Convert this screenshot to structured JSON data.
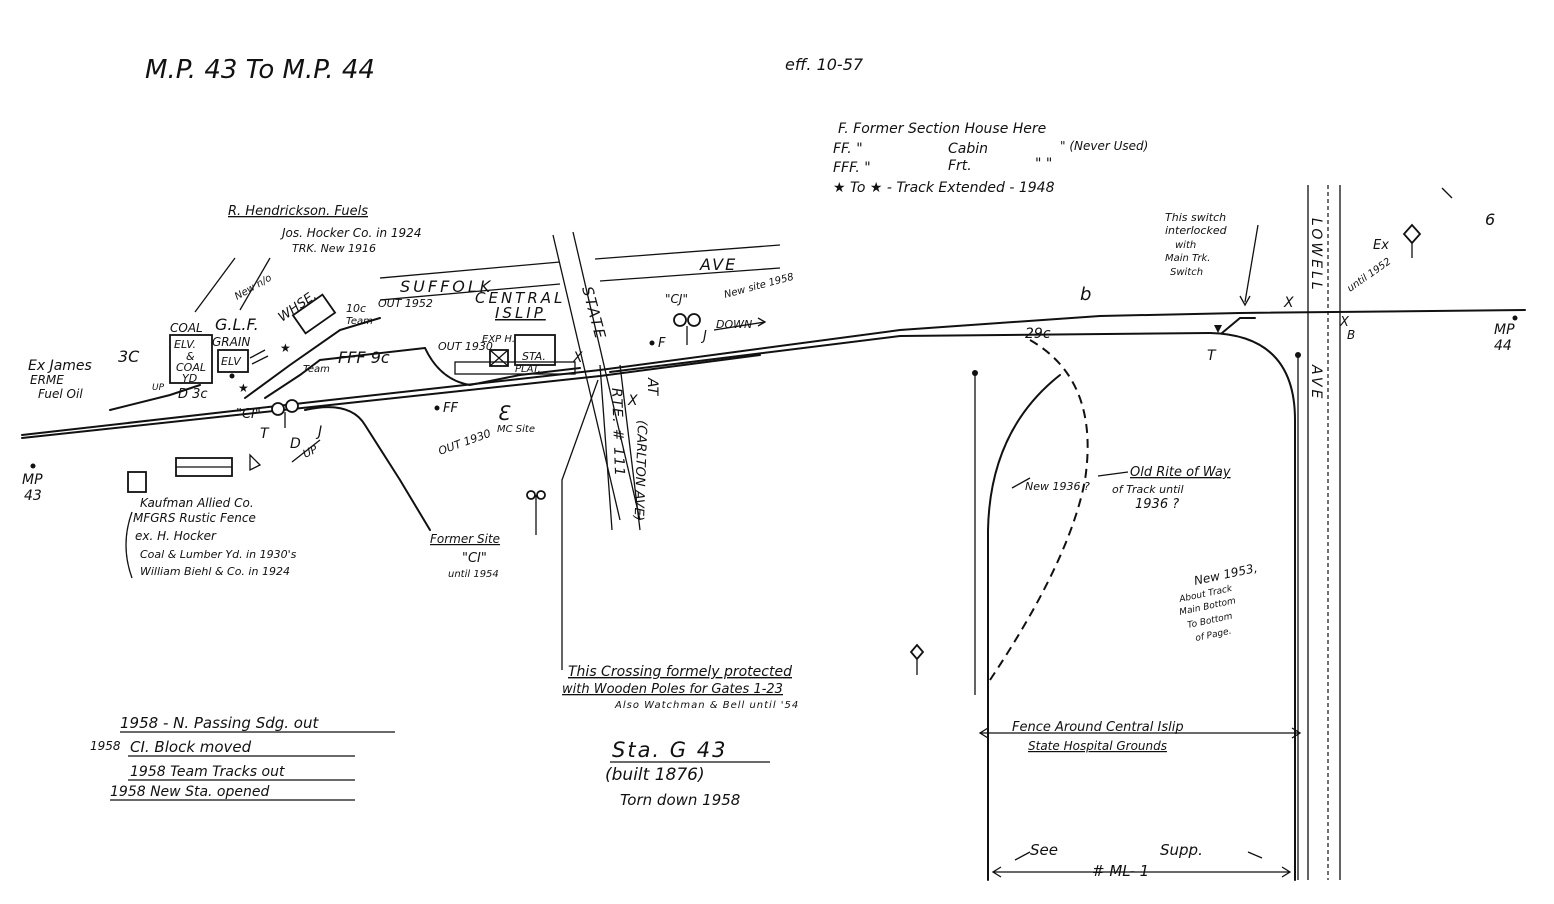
{
  "header": {
    "title": "M.P. 43 To M.P. 44",
    "effective": "eff. 10-57"
  },
  "legend": {
    "line1": "F. Former Section House Here",
    "line2a": "FF.  \"",
    "line2b": "Cabin",
    "line2c": "\" (Never Used)",
    "line3a": "FFF.  \"",
    "line3b": "Frt.",
    "line3c": "\"    \"",
    "line4": "★ To ★ - Track Extended - 1948"
  },
  "streets": {
    "suffolk": "SUFFOLK",
    "ave_top": "AVE",
    "state": "STATE",
    "route": "RTE. # 111",
    "carlton": "(CARLTON AVE)",
    "at": "AT",
    "lowell": "LOWELL",
    "lowell_ave": "AVE"
  },
  "labels": {
    "hendrickson": "R. Hendrickson. Fuels",
    "hocker1924": "Jos. Hocker Co. in 1924",
    "trk_new": "TRK. New 1916",
    "coal": "COAL",
    "glf": "G.L.F.",
    "new_nto": "New n/o",
    "whse": "WHSE.",
    "elv": "ELV.",
    "amp": "&",
    "coal2": "COAL",
    "yd": "YD",
    "grain": "GRAIN",
    "elv2": "ELV",
    "team": "Team",
    "team2": "Team",
    "ten_c": "10c",
    "out_1952": "OUT 1952",
    "central": "CENTRAL",
    "islip": "ISLIP",
    "fff_9c": "FFF 9c",
    "out_1930a": "OUT 1930",
    "exp_h": "EXP H.",
    "sta": "STA.",
    "plat": "PLAT.",
    "ex_james": "Ex James",
    "three_c": "3C",
    "erme": "ERME",
    "fuel_oil": "Fuel Oil",
    "tag_up": "UP",
    "d_dc": "D   3c",
    "ci_signal": "\"CI\"",
    "t_left": "T",
    "d_left": "D",
    "j_left": "J",
    "up_left": "UP",
    "ff": "FF",
    "mc_site": "MC Site",
    "out_1930b": "OUT 1930",
    "kaufman1": "Kaufman Allied Co.",
    "kaufman2": "MFGRS Rustic Fence",
    "kaufman3": "ex. H. Hocker",
    "kaufman4": "Coal & Lumber Yd. in 1930's",
    "kaufman5": "William Biehl & Co. in 1924",
    "former_site": "Former Site",
    "former_ci": "\"CI\"",
    "until_1954": "until 1954",
    "mp43a": "MP",
    "mp43b": "43",
    "new_site_cj": "\"CJ\"",
    "new_site": "New site 1958",
    "f_mark": "F",
    "j_mark": "J",
    "down": "DOWN",
    "track_b": "b",
    "track_29c": "29c",
    "t_switch": "T",
    "switch_note1": "This switch",
    "switch_note2": "interlocked",
    "switch_note3": "with",
    "switch_note4": "Main Trk.",
    "switch_note5": "Switch",
    "ex": "Ex",
    "until_1952": "until 1952",
    "b_mark": "B",
    "six_mark": "6",
    "mp44a": "MP",
    "mp44b": "44",
    "new_1936": "New 1936 ?",
    "old_row1": "Old Rite of Way",
    "old_row2": "of Track until",
    "old_row3": "1936 ?",
    "new_1953a": "New 1953,",
    "new_1953b": "About Track",
    "new_1953c": "Main Bottom",
    "new_1953d": "To Bottom",
    "new_1953e": "of Page.",
    "crossing1": "This Crossing formely protected",
    "crossing2": "with Wooden Poles for Gates   1-23",
    "crossing3": "Also Watchman & Bell until '54",
    "fence1": "Fence Around Central Islip",
    "fence2": "State Hospital Grounds",
    "see": "See",
    "supp": "Supp.",
    "ml1": "# ML- 1",
    "note1": "1958 - N. Passing Sdg. out",
    "note2a": "1958",
    "note2b": "CI. Block moved",
    "note3": "1958 Team Tracks out",
    "note4": "1958 New Sta. opened",
    "sta_g43": "Sta. G 43",
    "built": "(built 1876)",
    "torn": "Torn down 1958"
  }
}
